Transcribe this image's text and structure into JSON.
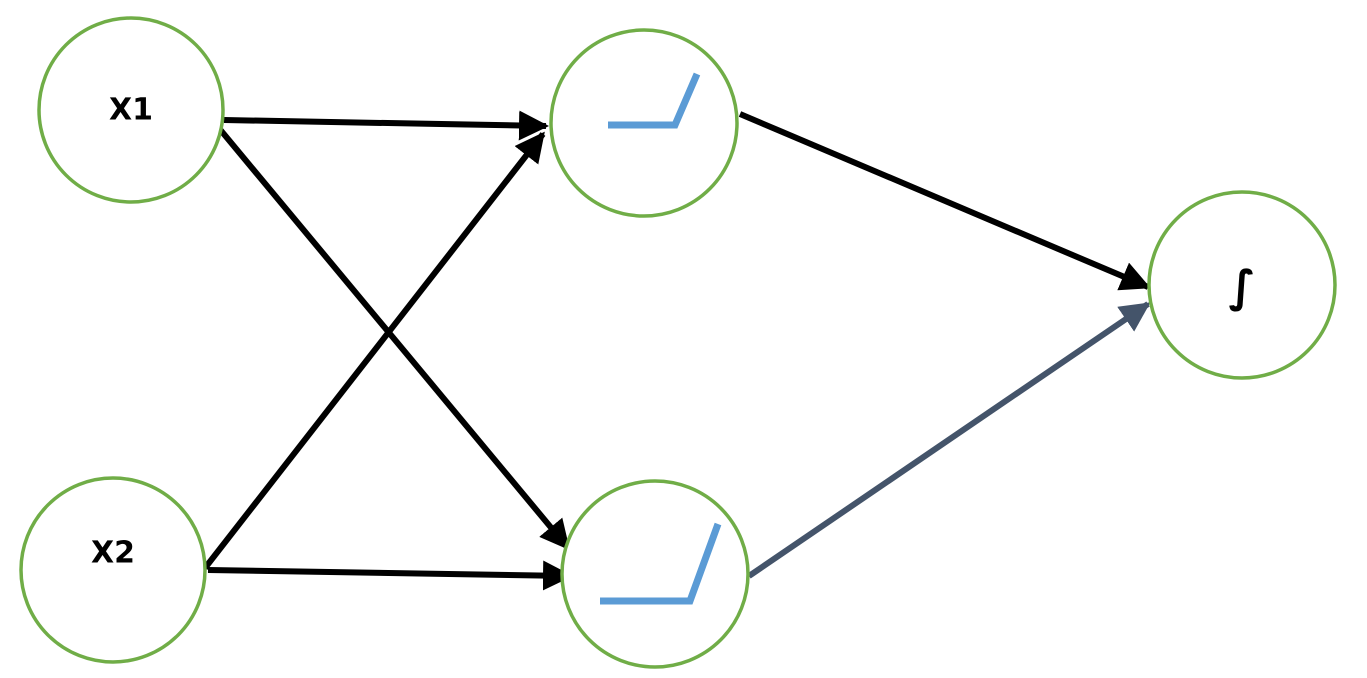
{
  "colors": {
    "node_border": "#70ad47",
    "edge": "#000000",
    "edge_output_2": "#44546a",
    "relu_icon": "#5b9bd5",
    "label": "#000000"
  },
  "nodes": {
    "x1": {
      "label": "X1"
    },
    "x2": {
      "label": "X2"
    },
    "hidden_1": {
      "icon": "relu-icon"
    },
    "hidden_2": {
      "icon": "relu-icon"
    },
    "output": {
      "label": "∫"
    }
  },
  "edges": [
    {
      "from": "x1",
      "to": "hidden_1"
    },
    {
      "from": "x1",
      "to": "hidden_2"
    },
    {
      "from": "x2",
      "to": "hidden_1"
    },
    {
      "from": "x2",
      "to": "hidden_2"
    },
    {
      "from": "hidden_1",
      "to": "output"
    },
    {
      "from": "hidden_2",
      "to": "output"
    }
  ]
}
